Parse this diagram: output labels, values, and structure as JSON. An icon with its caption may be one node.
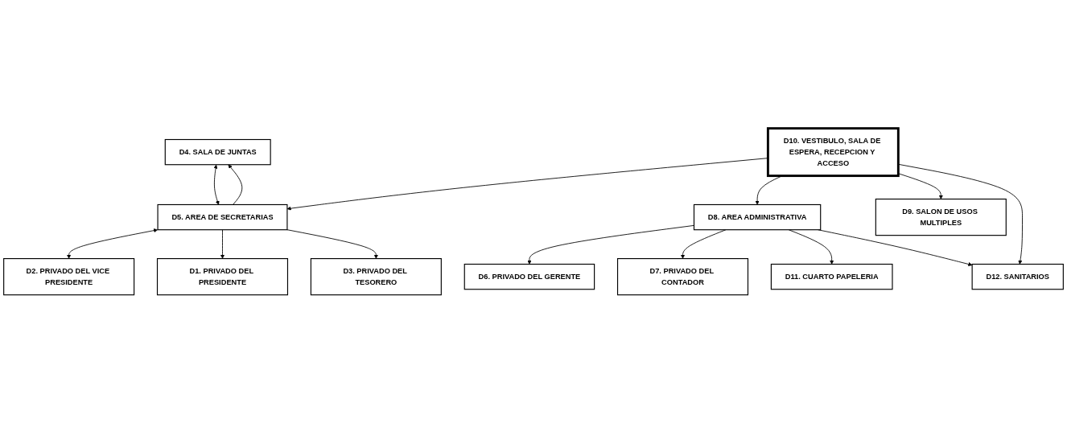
{
  "diagram": {
    "nodes": [
      {
        "text": [
          "D1. PRIVADO DEL PRESIDENTE"
        ]
      },
      {
        "text": [
          "D2. PRIVADO DEL VICE PRESIDENTE"
        ]
      },
      {
        "text": [
          "D3. PRIVADO DEL TESORERO"
        ]
      },
      {
        "text": [
          "D4. SALA DE JUNTAS"
        ]
      },
      {
        "text": [
          "D9. SALON DE USOS MULTIPLES"
        ]
      },
      {
        "text": [
          "D5. AREA DE SECRETARIAS"
        ]
      },
      {
        "text": [
          "D10. VESTIBULO, SALA DE ESPERA, RECEPCION Y ACCESO"
        ]
      },
      {
        "text": [
          "D6. PRIVADO DEL GERENTE"
        ]
      },
      {
        "text": [
          "D8. AREA ADMINISTRATIVA"
        ]
      },
      {
        "text": [
          "D7. PRIVADO DEL CONTADOR"
        ]
      },
      {
        "text": [
          "D12. SANITARIOS"
        ]
      },
      {
        "text": [
          "D11. CUARTO PAPELERIA"
        ]
      }
    ],
    "edges": [
      {
        "from": 5,
        "to": 1,
        "arrow": "both"
      },
      {
        "from": 5,
        "to": 0,
        "arrow": "to"
      },
      {
        "from": 5,
        "to": 2,
        "arrow": "to"
      },
      {
        "from": 5,
        "to": 3,
        "arrow": "to"
      },
      {
        "from": 3,
        "to": 5,
        "arrow": "both"
      },
      {
        "from": 6,
        "to": 5,
        "arrow": "to"
      },
      {
        "from": 6,
        "to": 8,
        "arrow": "to"
      },
      {
        "from": 6,
        "to": 4,
        "arrow": "to"
      },
      {
        "from": 6,
        "to": 10,
        "arrow": "to"
      },
      {
        "from": 8,
        "to": 7,
        "arrow": "to"
      },
      {
        "from": 8,
        "to": 9,
        "arrow": "to"
      },
      {
        "from": 8,
        "to": 11,
        "arrow": "to"
      },
      {
        "from": 8,
        "to": 10,
        "arrow": "to"
      }
    ]
  }
}
